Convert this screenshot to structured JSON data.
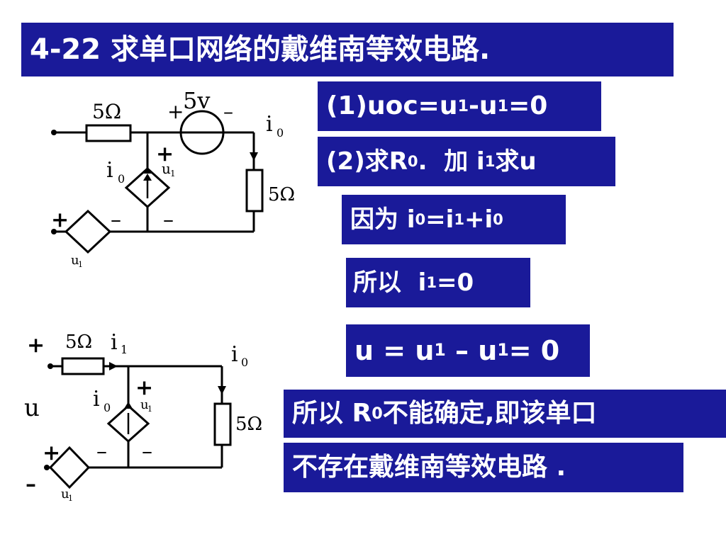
{
  "title": {
    "text": "4-22 求单口网络的戴维南等效电路."
  },
  "steps": {
    "s1": {
      "a": "(1)uoc=u",
      "b": "1",
      "c": "-u",
      "d": "1",
      "e": "=0"
    },
    "s2": {
      "a": "(2)求R",
      "b": "0",
      "c": ".  加 i",
      "d": "1",
      "e": "求u"
    },
    "s3": {
      "a": "因为 i",
      "b": "0",
      "c": "=i",
      "d": "1",
      "e": "+i",
      "f": "0"
    },
    "s4": {
      "a": "所以  i",
      "b": "1",
      "c": "=0"
    },
    "s5": {
      "a": "u = u",
      "b": "1",
      "c": " – u",
      "d": "1",
      "e": "= 0"
    },
    "s6": {
      "a": "所以 R",
      "b": "0",
      "c": "不能确定,即该单口"
    },
    "s7": {
      "a": "不存在戴维南等效电路 ."
    }
  },
  "circuit1": {
    "r_left": "5Ω",
    "v_src": "5v",
    "plus": "+",
    "minus": "–",
    "i0": "i",
    "i0_sub": "0",
    "u1": "u",
    "u1_sub": "1",
    "r_right": "5Ω"
  },
  "circuit2": {
    "r_left": "5Ω",
    "i1": "i",
    "i1_sub": "1",
    "u": "u",
    "plus": "+",
    "minus": "–",
    "i0": "i",
    "i0_sub": "0",
    "u1": "u",
    "u1_sub": "1",
    "r_right": "5Ω"
  }
}
